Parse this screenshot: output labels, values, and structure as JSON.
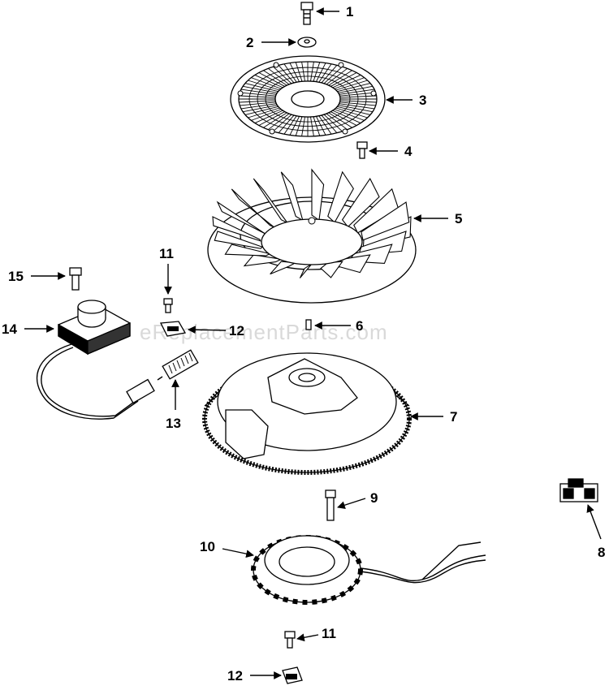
{
  "watermark": "eReplacementParts.com",
  "callouts": [
    {
      "id": "1",
      "label": "1"
    },
    {
      "id": "2",
      "label": "2"
    },
    {
      "id": "3",
      "label": "3"
    },
    {
      "id": "4",
      "label": "4"
    },
    {
      "id": "5",
      "label": "5"
    },
    {
      "id": "6",
      "label": "6"
    },
    {
      "id": "7",
      "label": "7"
    },
    {
      "id": "8",
      "label": "8"
    },
    {
      "id": "9",
      "label": "9"
    },
    {
      "id": "10",
      "label": "10"
    },
    {
      "id": "11a",
      "label": "11"
    },
    {
      "id": "11b",
      "label": "11"
    },
    {
      "id": "12a",
      "label": "12"
    },
    {
      "id": "12b",
      "label": "12"
    },
    {
      "id": "13",
      "label": "13"
    },
    {
      "id": "14",
      "label": "14"
    },
    {
      "id": "15",
      "label": "15"
    }
  ]
}
